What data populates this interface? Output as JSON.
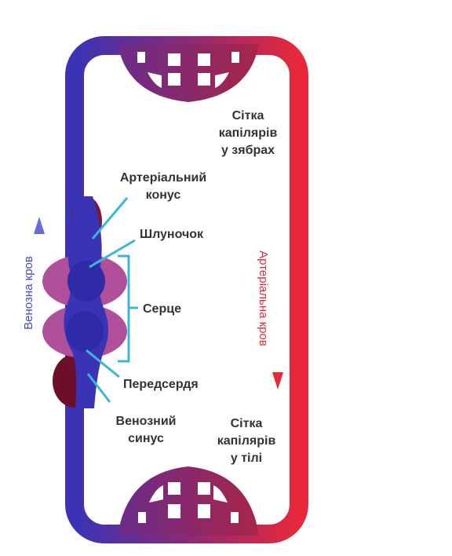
{
  "labels": {
    "gill_caps_1": "Сітка",
    "gill_caps_2": "капілярів",
    "gill_caps_3": "у зябрах",
    "arterial_cone_1": "Артеріальний",
    "arterial_cone_2": "конус",
    "ventricle": "Шлуночок",
    "heart": "Серце",
    "atrium": "Передсердя",
    "venous_sinus_1": "Венозний",
    "venous_sinus_2": "синус",
    "body_caps_1": "Сітка",
    "body_caps_2": "капілярів",
    "body_caps_3": "у тілі",
    "venous_blood": "Венозна кров",
    "arterial_blood": "Артеріальна кров"
  },
  "colors": {
    "venous": "#3a33b5",
    "arterial": "#e8283a",
    "heart": "#b0509a",
    "pointer": "#3ab6d8",
    "dark_sinus": "#6e0f2a"
  }
}
